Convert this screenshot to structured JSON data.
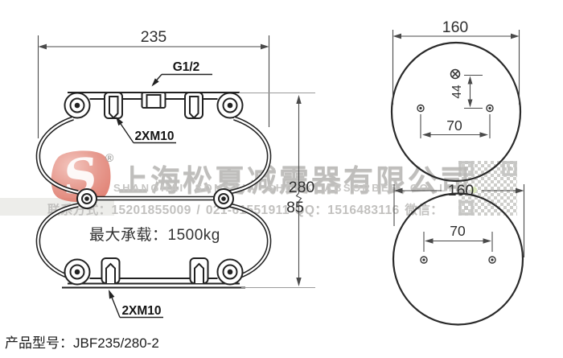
{
  "watermark": {
    "registered_mark": "®",
    "logo_letter": "S",
    "company_cn": "上海松夏减震器有限公司",
    "company_en": "SHANGHAI SONGXIA SHOCK ABSORBER CO.,LTD",
    "contact_line": "联系方式：15201855009 / 021-61551911 QQ：1516483116 微信：",
    "brand_red": "#d9604f",
    "watermark_gray": "#c1c0be"
  },
  "front_view": {
    "width_dim": "235",
    "port_label": "G1/2",
    "top_bolts_label": "2XM10",
    "bottom_bolts_label": "2XM10",
    "height_total": "280",
    "height_compressed": "85",
    "max_load": "最大承载：1500kg"
  },
  "top_view": {
    "diameter_dim": "160",
    "port_offset_dim": "44",
    "bolt_spacing_dim": "70"
  },
  "bottom_view": {
    "diameter_dim": "160",
    "bolt_spacing_dim": "70"
  },
  "footer": {
    "product_model": "产品型号：JBF235/280-2"
  }
}
